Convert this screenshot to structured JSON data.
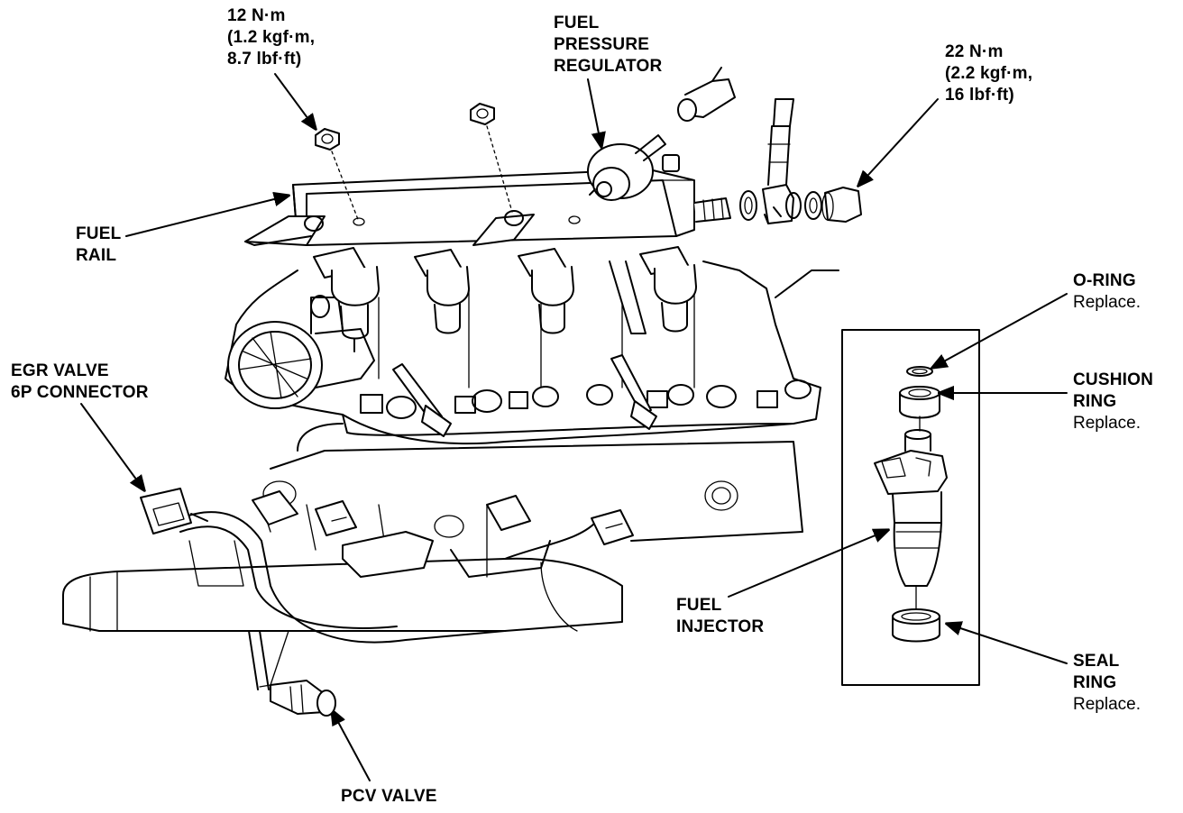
{
  "labels": {
    "torque_rail_bolt": [
      "12 N·m",
      "(1.2 kgf·m,",
      "8.7 lbf·ft)"
    ],
    "fuel_pressure_regulator": [
      "FUEL",
      "PRESSURE",
      "REGULATOR"
    ],
    "torque_banjo_bolt": [
      "22 N·m",
      "(2.2 kgf·m,",
      "16 lbf·ft)"
    ],
    "fuel_rail": [
      "FUEL",
      "RAIL"
    ],
    "o_ring": {
      "name": "O-RING",
      "note": "Replace."
    },
    "cushion_ring": {
      "name": [
        "CUSHION",
        "RING"
      ],
      "note": "Replace."
    },
    "egr_valve_connector": [
      "EGR VALVE",
      "6P CONNECTOR"
    ],
    "fuel_injector": [
      "FUEL",
      "INJECTOR"
    ],
    "seal_ring": {
      "name": [
        "SEAL",
        "RING"
      ],
      "note": "Replace."
    },
    "pcv_valve": "PCV VALVE"
  }
}
